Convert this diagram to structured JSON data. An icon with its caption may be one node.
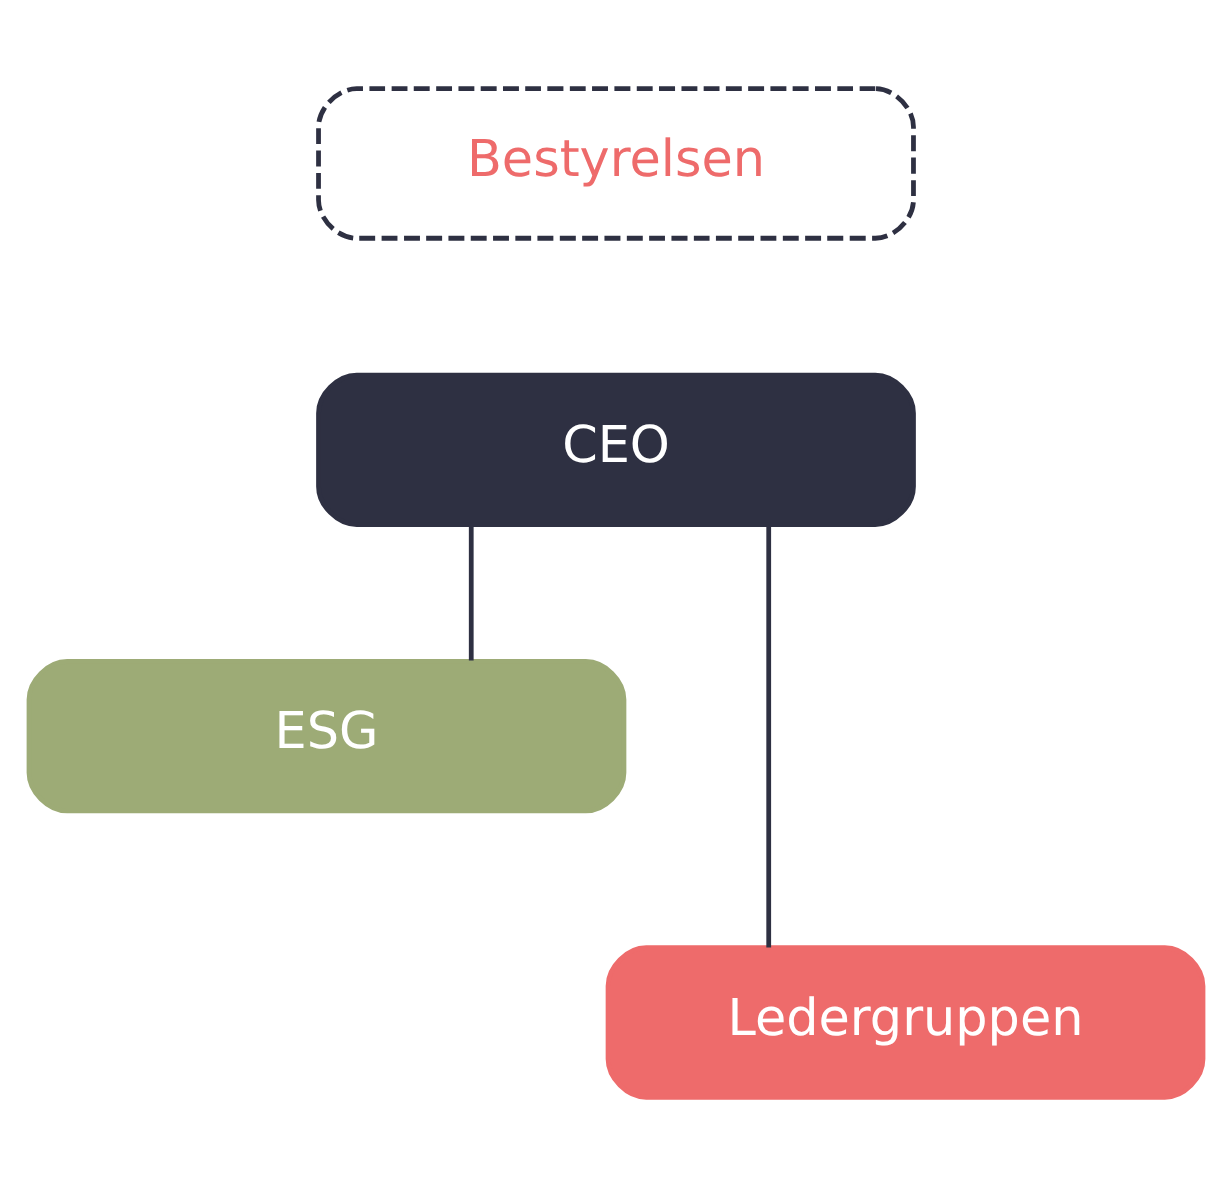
{
  "diagram": {
    "nodes": [
      {
        "text": [
          "Bestyrelsen"
        ]
      },
      {
        "text": [
          "CEO"
        ]
      },
      {
        "text": [
          "ESG"
        ]
      },
      {
        "text": [
          "Ledergruppen"
        ]
      }
    ],
    "edges": [
      {
        "from": 1,
        "to": 2,
        "arrow": "none"
      },
      {
        "from": 1,
        "to": 3,
        "arrow": "none"
      }
    ]
  }
}
